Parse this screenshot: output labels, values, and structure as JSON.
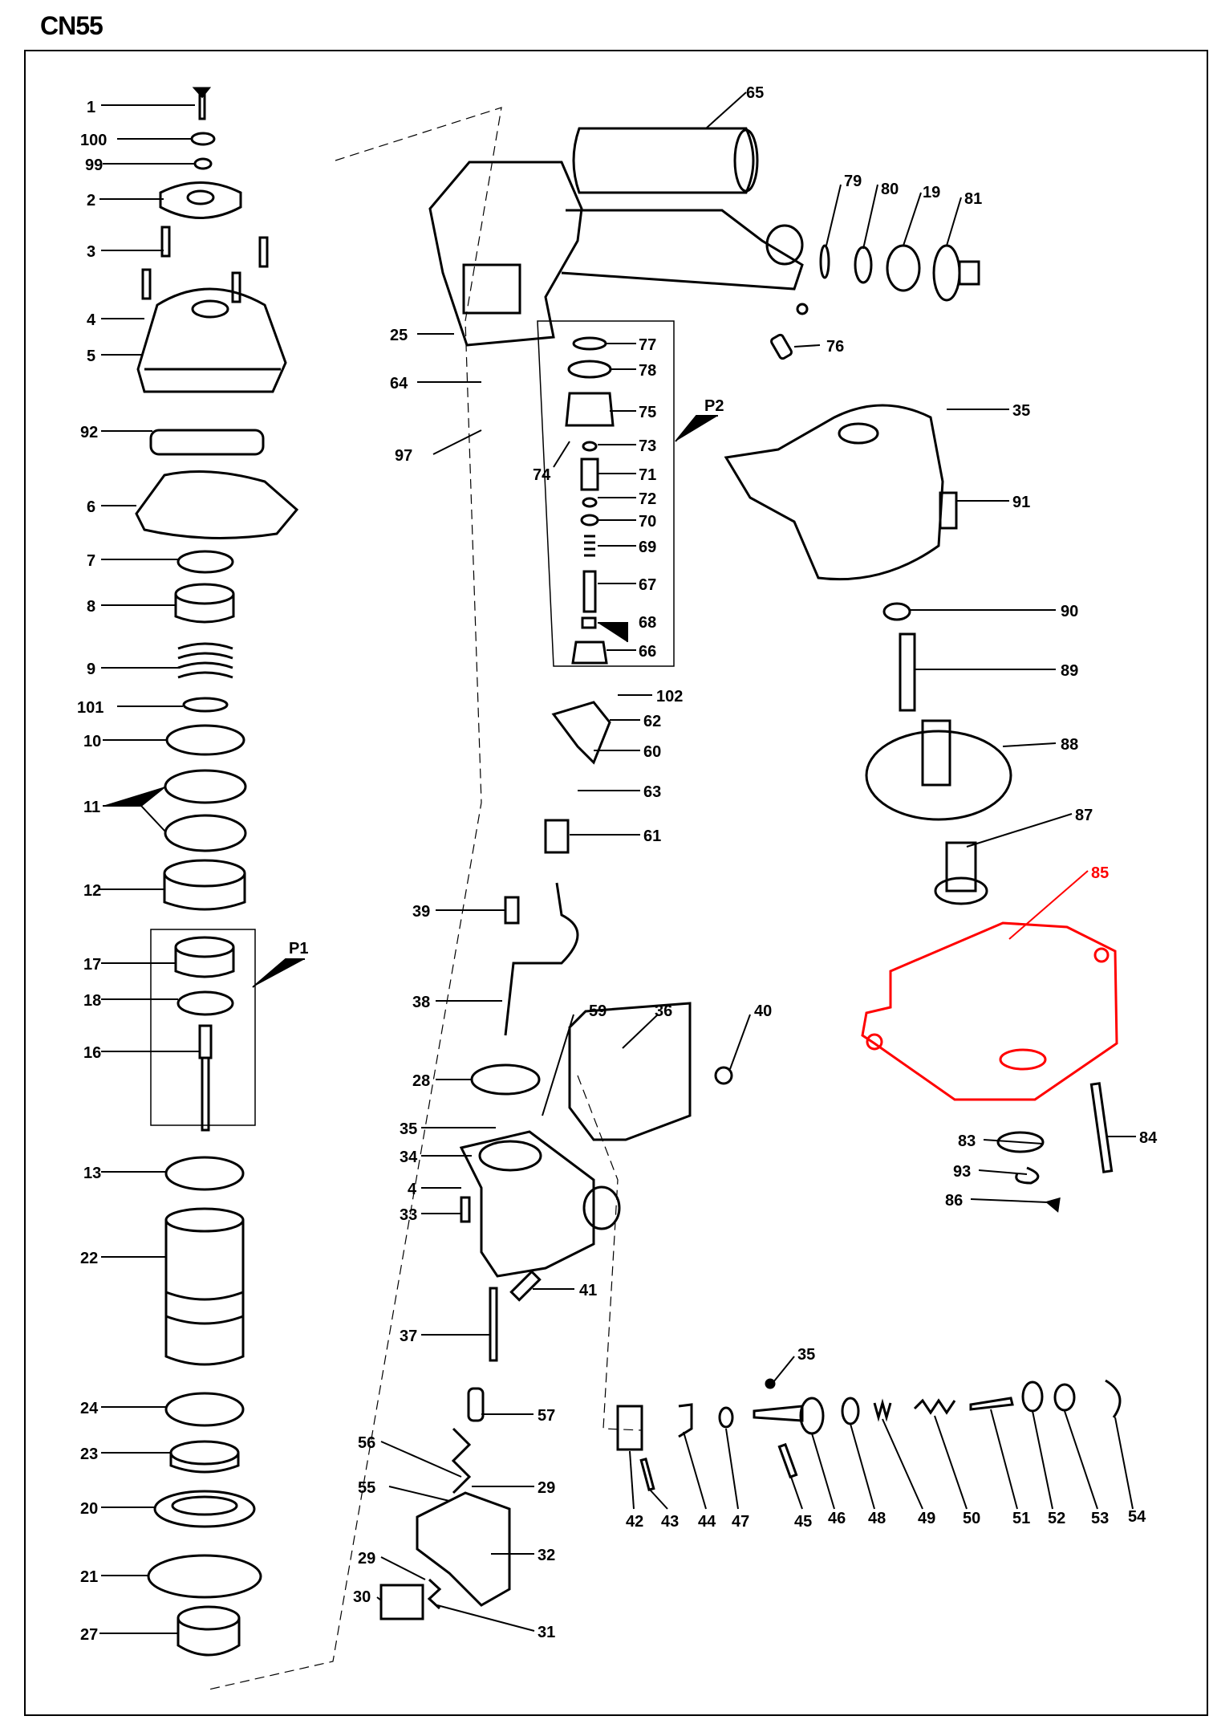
{
  "title": "CN55",
  "highlight_color": "#ff0000",
  "group_labels": {
    "p1": "P1",
    "p2": "P2"
  },
  "labels": {
    "l1": "1",
    "l100": "100",
    "l99": "99",
    "l2": "2",
    "l3": "3",
    "l4a": "4",
    "l5": "5",
    "l92": "92",
    "l6": "6",
    "l7": "7",
    "l8": "8",
    "l9": "9",
    "l101": "101",
    "l10": "10",
    "l11": "11",
    "l12": "12",
    "l17": "17",
    "l18": "18",
    "l16": "16",
    "l13": "13",
    "l22": "22",
    "l24": "24",
    "l23": "23",
    "l20": "20",
    "l21": "21",
    "l27": "27",
    "l25": "25",
    "l64": "64",
    "l97": "97",
    "l77": "77",
    "l78": "78",
    "l75": "75",
    "l73": "73",
    "l74": "74",
    "l71": "71",
    "l72": "72",
    "l70": "70",
    "l69": "69",
    "l67": "67",
    "l68": "68",
    "l66": "66",
    "l102": "102",
    "l62": "62",
    "l60": "60",
    "l63": "63",
    "l61": "61",
    "l39": "39",
    "l38": "38",
    "l28": "28",
    "l59": "59",
    "l36": "36",
    "l40": "40",
    "l35a": "35",
    "l34": "34",
    "l4b": "4",
    "l33": "33",
    "l41": "41",
    "l37": "37",
    "l57": "57",
    "l56": "56",
    "l55": "55",
    "l29a": "29",
    "l32": "32",
    "l29b": "29",
    "l30": "30",
    "l31": "31",
    "l65": "65",
    "l79": "79",
    "l80": "80",
    "l19": "19",
    "l81": "81",
    "l76": "76",
    "l35b": "35",
    "l91": "91",
    "l90": "90",
    "l89": "89",
    "l88": "88",
    "l87": "87",
    "l85": "85",
    "l84": "84",
    "l83": "83",
    "l93": "93",
    "l86": "86",
    "l35c": "35",
    "l42": "42",
    "l43": "43",
    "l44": "44",
    "l47": "47",
    "l45": "45",
    "l46": "46",
    "l48": "48",
    "l49": "49",
    "l50": "50",
    "l51": "51",
    "l52": "52",
    "l53": "53",
    "l54": "54"
  }
}
